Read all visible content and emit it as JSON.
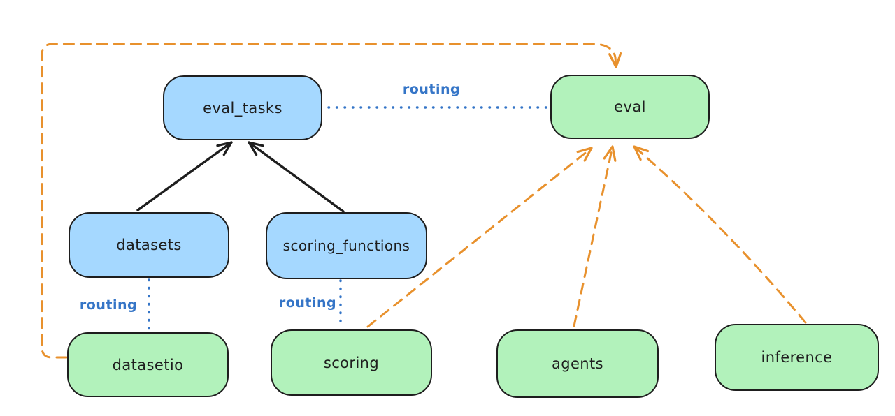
{
  "colors": {
    "ink": "#1e1e1e",
    "orange": "#e8912d",
    "blue": "#3575c7",
    "node_blue_fill": "#a5d8ff",
    "node_green_fill": "#b2f2bb",
    "background": "#ffffff"
  },
  "diagram": {
    "nodes": [
      {
        "id": "eval_tasks",
        "label": "eval_tasks",
        "fill": "blue"
      },
      {
        "id": "eval",
        "label": "eval",
        "fill": "green"
      },
      {
        "id": "datasets",
        "label": "datasets",
        "fill": "blue"
      },
      {
        "id": "scoring_functions",
        "label": "scoring_functions",
        "fill": "blue"
      },
      {
        "id": "datasetio",
        "label": "datasetio",
        "fill": "green"
      },
      {
        "id": "scoring",
        "label": "scoring",
        "fill": "green"
      },
      {
        "id": "agents",
        "label": "agents",
        "fill": "green"
      },
      {
        "id": "inference",
        "label": "inference",
        "fill": "green"
      }
    ],
    "edges": [
      {
        "from": "datasets",
        "to": "eval_tasks",
        "style": "solid",
        "color": "ink"
      },
      {
        "from": "scoring_functions",
        "to": "eval_tasks",
        "style": "solid",
        "color": "ink"
      },
      {
        "from": "eval_tasks",
        "to": "eval",
        "style": "dotted",
        "color": "blue",
        "label": "routing"
      },
      {
        "from": "datasets",
        "to": "datasetio",
        "style": "dotted",
        "color": "blue",
        "label": "routing"
      },
      {
        "from": "scoring_functions",
        "to": "scoring",
        "style": "dotted",
        "color": "blue",
        "label": "routing"
      },
      {
        "from": "datasetio",
        "to": "eval",
        "style": "dashed",
        "color": "orange"
      },
      {
        "from": "scoring",
        "to": "eval",
        "style": "dashed",
        "color": "orange"
      },
      {
        "from": "agents",
        "to": "eval",
        "style": "dashed",
        "color": "orange"
      },
      {
        "from": "inference",
        "to": "eval",
        "style": "dashed",
        "color": "orange"
      }
    ]
  }
}
